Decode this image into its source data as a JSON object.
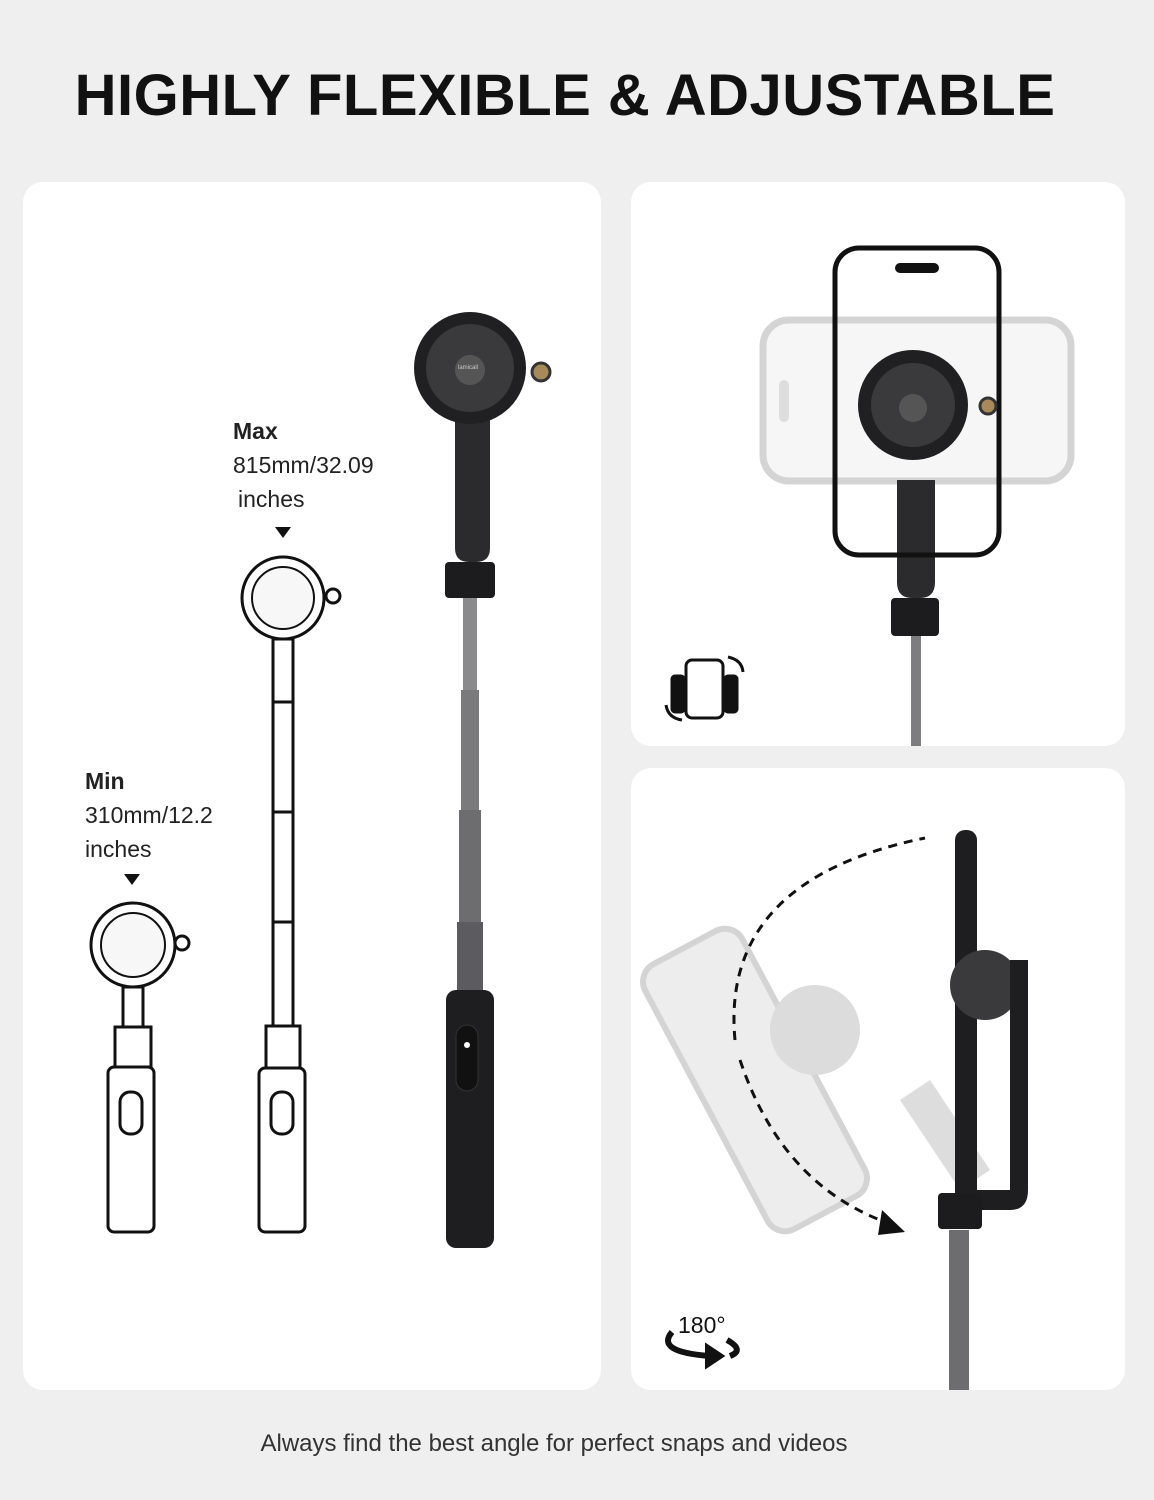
{
  "title": "HIGHLY FLEXIBLE & ADJUSTABLE",
  "length_panel": {
    "max": {
      "label": "Max",
      "value_line1": "815mm/32.09",
      "value_line2": "inches"
    },
    "min": {
      "label": "Min",
      "value_line1": "310mm/12.2",
      "value_line2": "inches"
    }
  },
  "rotation_panel": {
    "badge": "180°"
  },
  "brand": "lamicall",
  "caption": "Always find the best angle for perfect snaps and videos",
  "colors": {
    "background": "#efefef",
    "panel": "#ffffff",
    "product": "#2b2b2d"
  }
}
